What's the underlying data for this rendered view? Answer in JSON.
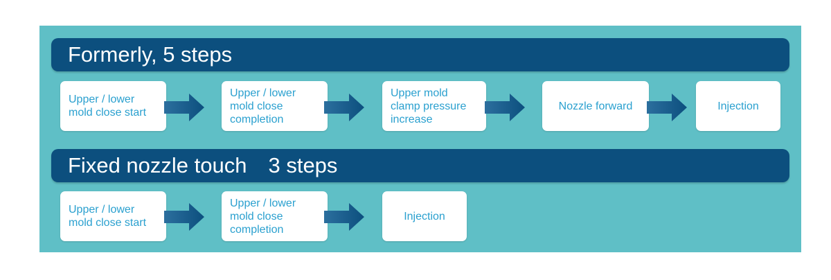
{
  "section1": {
    "title": "Formerly, 5 steps",
    "steps": [
      "Upper / lower\nmold close start",
      "Upper / lower\nmold close\ncompletion",
      "Upper mold\nclamp pressure\nincrease",
      "Nozzle forward",
      "Injection"
    ]
  },
  "section2": {
    "title": "Fixed nozzle touch　3 steps",
    "steps": [
      "Upper / lower\nmold close start",
      "Upper / lower\nmold close\ncompletion",
      "Injection"
    ]
  },
  "colors": {
    "panel": "#5fbfc6",
    "header": "#0c4f7e",
    "box_text": "#2aa0cf",
    "arrow": "#0c4f7e"
  },
  "icons": [
    "arrow-right-icon"
  ]
}
